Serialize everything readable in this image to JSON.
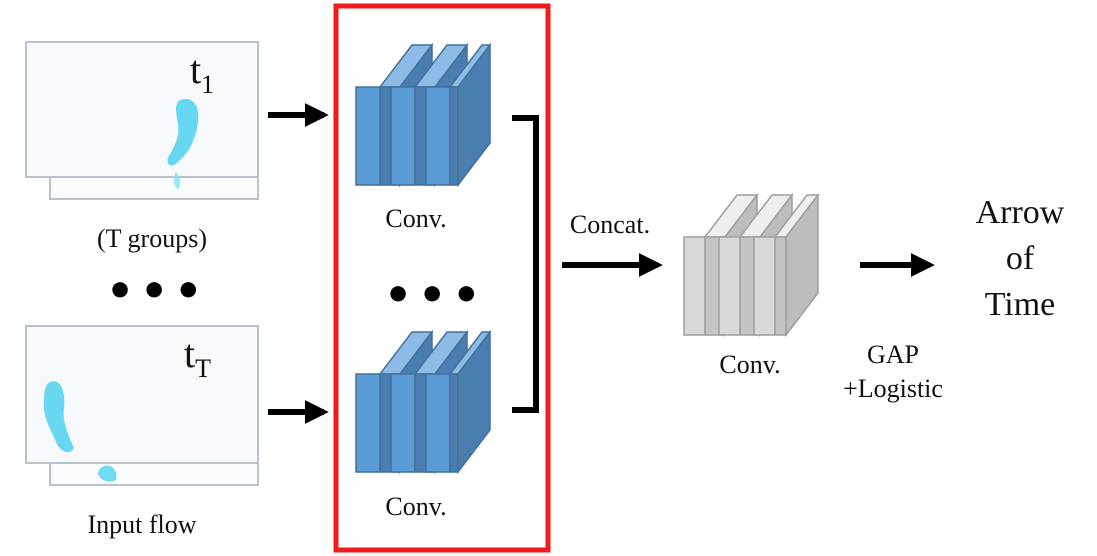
{
  "diagram": {
    "input": {
      "frame_top_label": "t",
      "frame_top_subscript": "1",
      "frame_bottom_label": "t",
      "frame_bottom_subscript": "T",
      "groups_label": "(T groups)",
      "caption": "Input flow",
      "ellipsis": "•••"
    },
    "branch": {
      "top_conv_label": "Conv.",
      "bottom_conv_label": "Conv.",
      "ellipsis": "•••",
      "highlight_color": "#ee1c1c"
    },
    "merge": {
      "concat_label": "Concat.",
      "conv_label": "Conv.",
      "gap_label_line1": "GAP",
      "gap_label_line2": "+Logistic"
    },
    "output": {
      "label_line1": "Arrow",
      "label_line2": "of",
      "label_line3": "Time"
    },
    "colors": {
      "conv_blue_front": "#5b9bd5",
      "conv_blue_side": "#4a7eb0",
      "conv_gray_front": "#d9d9d9",
      "conv_gray_side": "#bdbdbd",
      "flow_cyan": "#4fd2f0"
    }
  }
}
